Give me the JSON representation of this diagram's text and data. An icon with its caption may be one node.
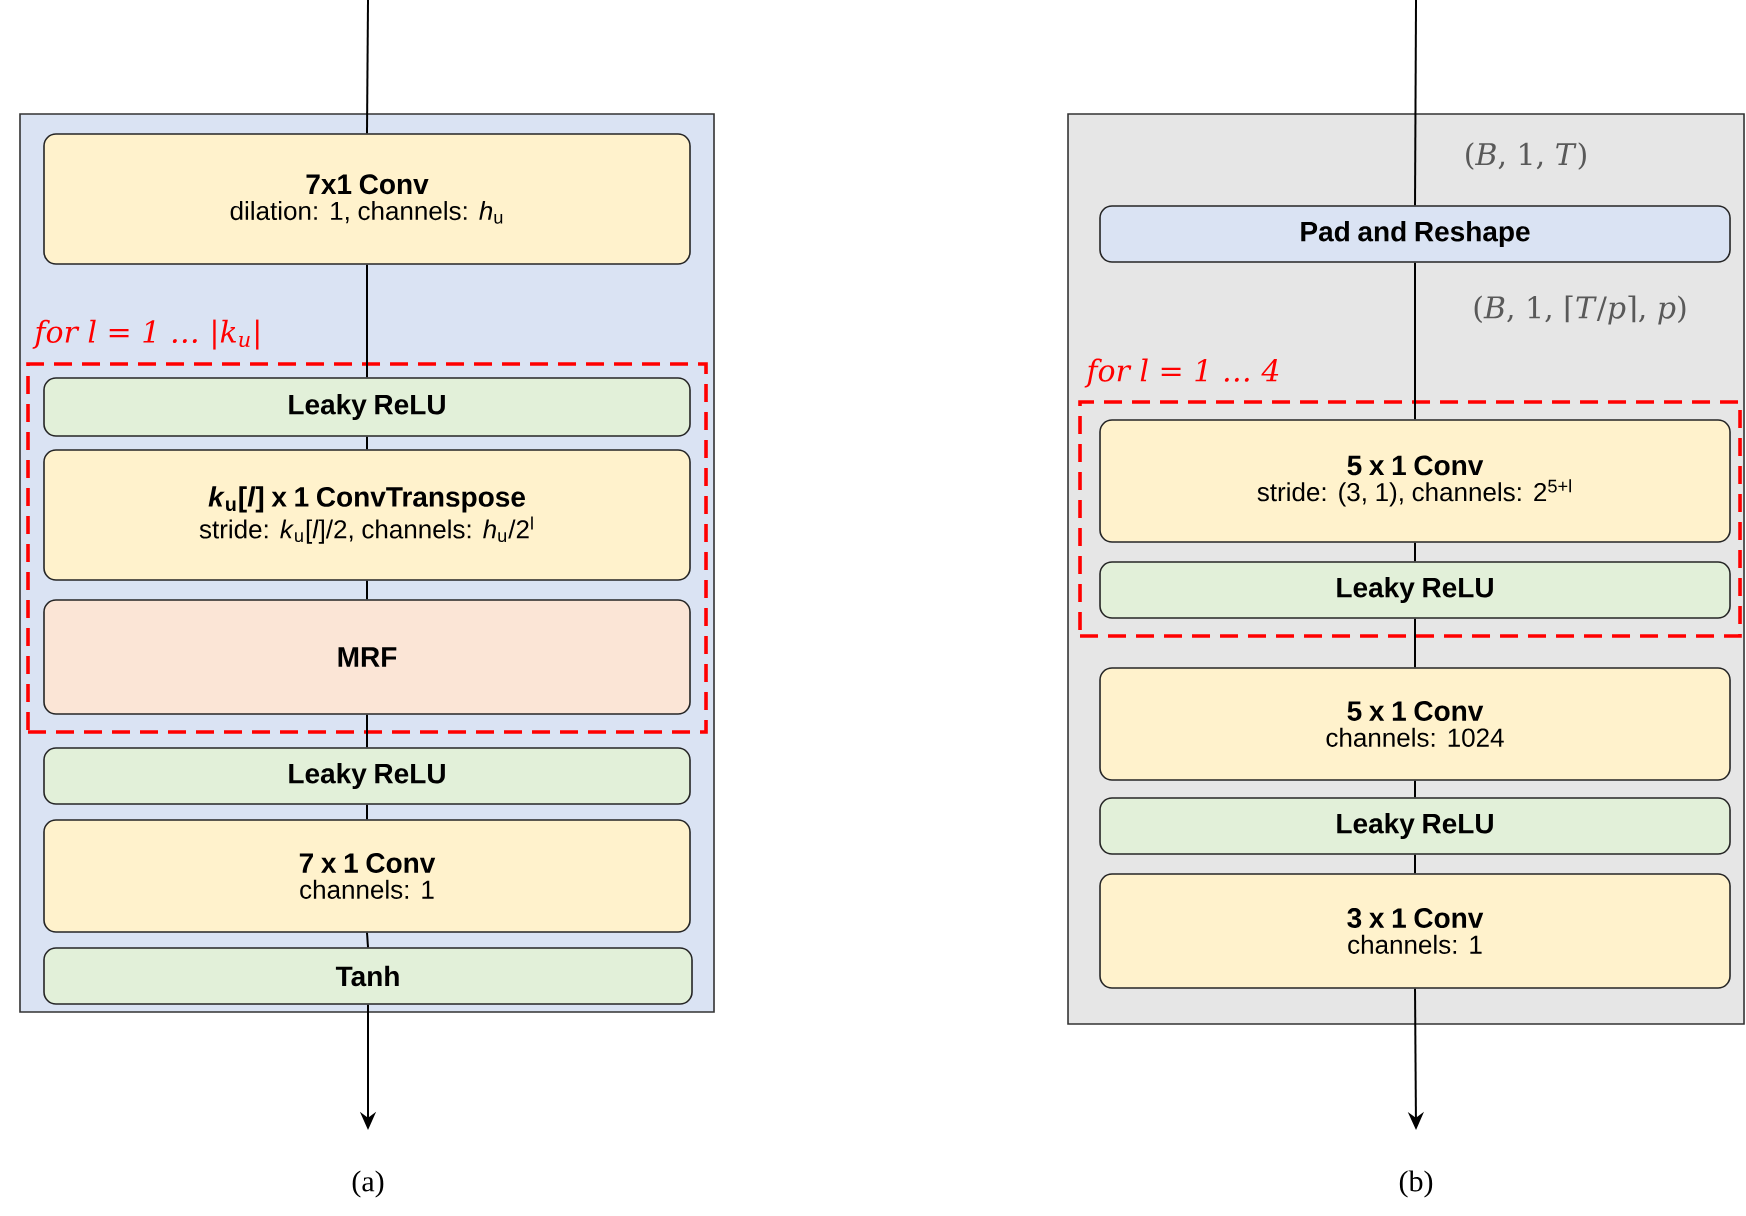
{
  "diagram": {
    "nodes": [
      {
        "text": [],
        "shape": "box"
      },
      {
        "text": [
          "7x1 Conv",
          "dilation: 1, channels: *h*$_{u}$"
        ],
        "in": 0
      },
      {
        "text": [
          "for l = 1 … |k$_{u}$|"
        ],
        "in": 0
      },
      {
        "text": [
          "Leaky ReLU"
        ],
        "in": 2
      },
      {
        "text": [
          "*k*$_{u}$[*l*] x 1  ConvTranspose",
          "stride: *k*$_{u}$[*l*]/2, channels: *h*$_{u}$/2$^{l}$"
        ],
        "in": 2
      },
      {
        "text": [
          "MRF"
        ],
        "in": 2
      },
      {
        "text": [
          "Leaky ReLU"
        ],
        "in": 0
      },
      {
        "text": [
          "7 x 1  Conv",
          "channels: 1"
        ],
        "in": 0
      },
      {
        "text": [
          "Tanh"
        ],
        "in": 0
      },
      {
        "text": [],
        "shape": "box"
      },
      {
        "text": [
          "Pad and Reshape"
        ],
        "in": 9
      },
      {
        "text": [
          "for l = 1 … 4"
        ],
        "in": 9
      },
      {
        "text": [
          "5 x 1  Conv",
          "stride: (3, 1), channels: 2$^{5+l}$"
        ],
        "in": 11
      },
      {
        "text": [
          "Leaky ReLU"
        ],
        "in": 11
      },
      {
        "text": [
          "5 x 1  Conv",
          "channels: 1024"
        ],
        "in": 9
      },
      {
        "text": [
          "Leaky ReLU"
        ],
        "in": 9
      },
      {
        "text": [
          "3 x 1  Conv",
          "channels: 1"
        ],
        "in": 9
      }
    ],
    "edges": [
      {
        "from": null,
        "to": 1,
        "arrow": "none"
      },
      {
        "from": 1,
        "to": 3,
        "arrow": "none"
      },
      {
        "from": 3,
        "to": 4,
        "arrow": "none"
      },
      {
        "from": 4,
        "to": 5,
        "arrow": "none"
      },
      {
        "from": 5,
        "to": 6,
        "arrow": "none"
      },
      {
        "from": 6,
        "to": 7,
        "arrow": "none"
      },
      {
        "from": 7,
        "to": 8,
        "arrow": "none"
      },
      {
        "from": 8,
        "to": null,
        "arrow": "to"
      },
      {
        "from": null,
        "to": 10,
        "arrow": "none"
      },
      {
        "from": 10,
        "to": 12,
        "arrow": "none"
      },
      {
        "from": 12,
        "to": 13,
        "arrow": "none"
      },
      {
        "from": 13,
        "to": 14,
        "arrow": "none"
      },
      {
        "from": 14,
        "to": 15,
        "arrow": "none"
      },
      {
        "from": 15,
        "to": 16,
        "arrow": "none"
      },
      {
        "from": 16,
        "to": null,
        "arrow": "to"
      }
    ],
    "labels": [
      "(*B*, 1, *T*)",
      "(*B*, 1, ⌈*T*/*p*⌉, *p*)",
      "(a)",
      "(b)"
    ]
  }
}
